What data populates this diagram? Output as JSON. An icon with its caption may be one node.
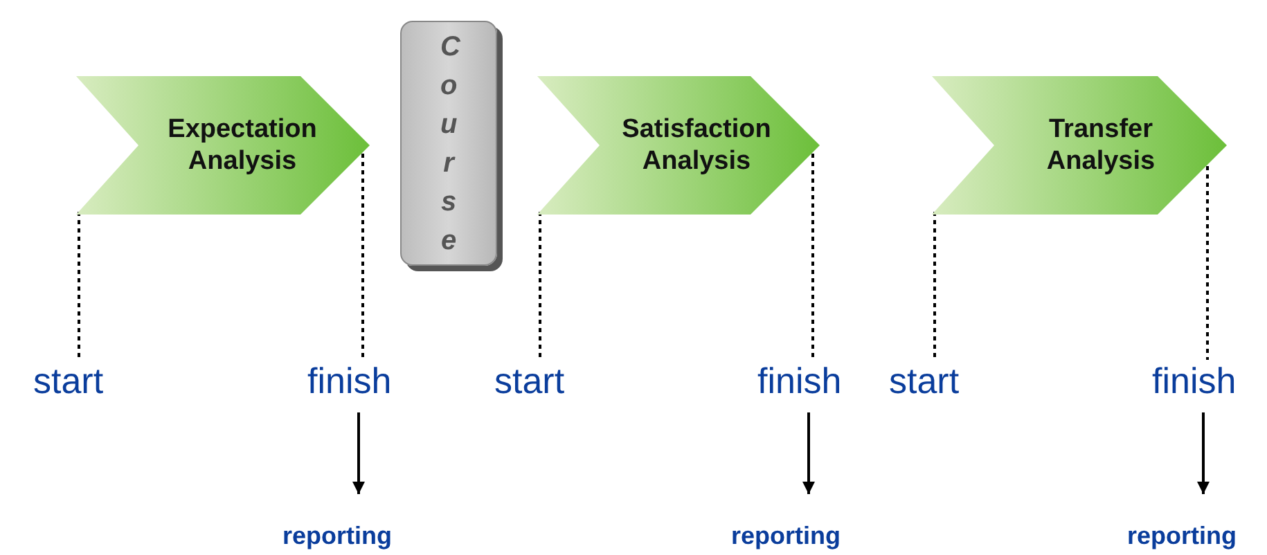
{
  "diagram": {
    "nodes": [
      {
        "text": [
          "Expectation Analysis"
        ]
      },
      {
        "text": [
          "start"
        ]
      },
      {
        "text": [
          "finish"
        ]
      },
      {
        "text": [
          "reporting"
        ]
      },
      {
        "text": [
          "Course"
        ]
      },
      {
        "text": [
          "Satisfaction Analysis"
        ]
      },
      {
        "text": [
          "start"
        ]
      },
      {
        "text": [
          "finish"
        ]
      },
      {
        "text": [
          "reporting"
        ]
      },
      {
        "text": [
          "Transfer Analysis"
        ]
      },
      {
        "text": [
          "start"
        ]
      },
      {
        "text": [
          "finish"
        ]
      },
      {
        "text": [
          "reporting"
        ]
      }
    ],
    "edges": [
      {
        "from": 0,
        "to": 1,
        "arrow": "none",
        "style": "dashed"
      },
      {
        "from": 0,
        "to": 2,
        "arrow": "none",
        "style": "dashed"
      },
      {
        "from": 2,
        "to": 3,
        "arrow": "to"
      },
      {
        "from": 5,
        "to": 6,
        "arrow": "none",
        "style": "dashed"
      },
      {
        "from": 5,
        "to": 7,
        "arrow": "none",
        "style": "dashed"
      },
      {
        "from": 7,
        "to": 8,
        "arrow": "to"
      },
      {
        "from": 9,
        "to": 10,
        "arrow": "none",
        "style": "dashed"
      },
      {
        "from": 9,
        "to": 11,
        "arrow": "none",
        "style": "dashed"
      },
      {
        "from": 11,
        "to": 12,
        "arrow": "to"
      }
    ]
  }
}
